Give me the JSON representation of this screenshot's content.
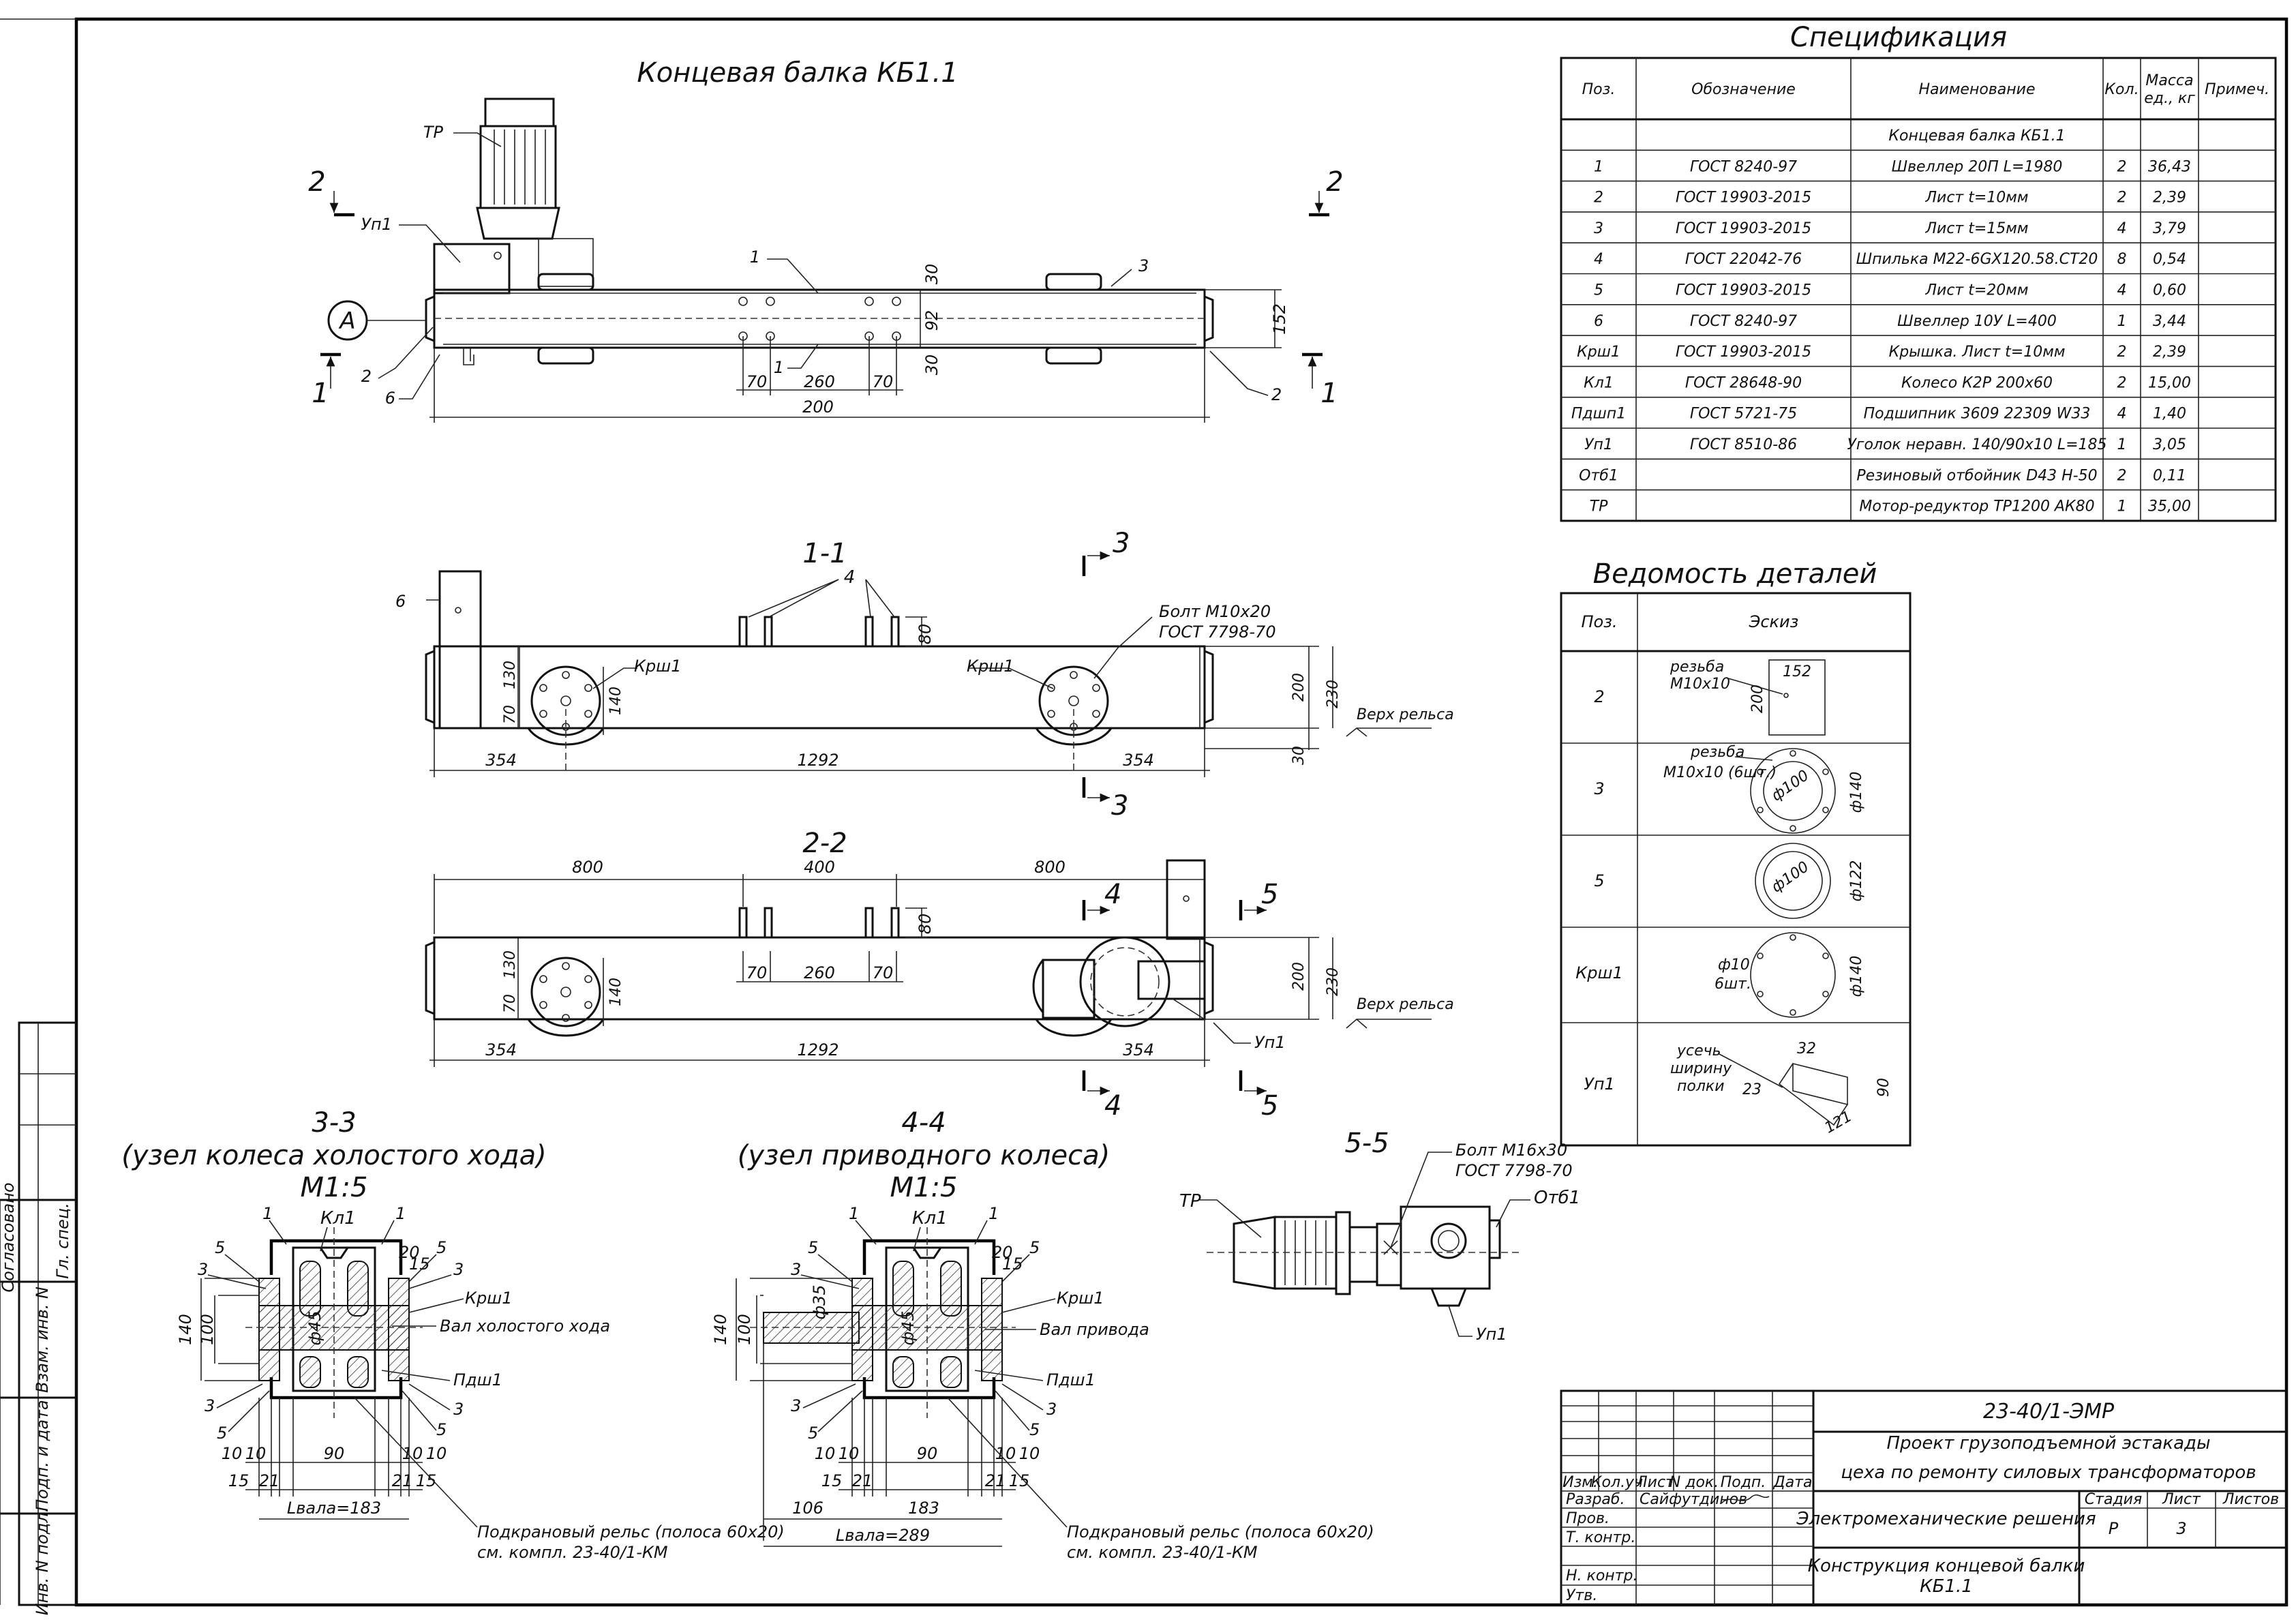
{
  "sheet": {
    "main_title": "Концевая балка КБ1.1"
  },
  "view_top": {
    "labels": {
      "tr": "ТР",
      "up1": "Уп1",
      "mark_a": "А",
      "sec2_left": "2",
      "sec2_right": "2",
      "sec1_left": "1",
      "sec1_right": "1",
      "p1a": "1",
      "p1b": "1",
      "p2a": "2",
      "p2b": "2",
      "p3": "3",
      "p6": "6"
    },
    "dims": {
      "d30a": "30",
      "d92": "92",
      "d30b": "30",
      "d152": "152",
      "d70a": "70",
      "d260": "260",
      "d70b": "70",
      "d200": "200"
    }
  },
  "view_11": {
    "title": "1-1",
    "labels": {
      "p6": "6",
      "p4": "4",
      "krsh1_left": "Крш1",
      "krsh1_right": "Крш1",
      "bolt1": "Болт М10х20",
      "bolt2": "ГОСТ 7798-70",
      "rail_top": "Верх рельса",
      "sec3_top": "3",
      "sec3_bot": "3"
    },
    "dims": {
      "d80": "80",
      "d130": "130",
      "d70": "70",
      "d140": "140",
      "d200": "200",
      "d230": "230",
      "d30": "30",
      "d354a": "354",
      "d1292": "1292",
      "d354b": "354"
    }
  },
  "view_22": {
    "title": "2-2",
    "labels": {
      "rail_top": "Верх рельса",
      "up1": "Уп1",
      "sec4_top": "4",
      "sec4_bot": "4",
      "sec5_top": "5",
      "sec5_bot": "5"
    },
    "dims": {
      "d800a": "800",
      "d400": "400",
      "d800b": "800",
      "d80": "80",
      "d130": "130",
      "d70": "70",
      "d140": "140",
      "d70a": "70",
      "d260": "260",
      "d70b": "70",
      "d200": "200",
      "d230": "230",
      "d354a": "354",
      "d1292": "1292",
      "d354b": "354"
    }
  },
  "view_33": {
    "title": "3-3",
    "subtitle": "(узел колеса холостого хода)",
    "scale": "М1:5",
    "labels": {
      "p1a": "1",
      "kl1": "Кл1",
      "p1b": "1",
      "p5a": "5",
      "p5b": "5",
      "p3a": "3",
      "p3b": "3",
      "p20": "20",
      "p15": "15",
      "krsh1": "Крш1",
      "shaft": "Вал холостого хода",
      "pdsh1": "Пдш1",
      "p3c": "3",
      "p3d": "3",
      "p5c": "5",
      "p5d": "5",
      "rail1": "Подкрановый рельс (полоса 60х20)",
      "rail2": "см. компл. 23-40/1-КМ"
    },
    "dims": {
      "d140": "140",
      "d100": "100",
      "phi45": "ф45",
      "d10a": "10",
      "d10b": "10",
      "d10c": "10",
      "d10d": "10",
      "d90": "90",
      "d15a": "15",
      "d21a": "21",
      "d21b": "21",
      "d15b": "15",
      "lval": "Lвала=183"
    }
  },
  "view_44": {
    "title": "4-4",
    "subtitle": "(узел приводного колеса)",
    "scale": "М1:5",
    "labels": {
      "p1a": "1",
      "kl1": "Кл1",
      "p1b": "1",
      "p5a": "5",
      "p5b": "5",
      "p3a": "3",
      "p20": "20",
      "p15": "15",
      "krsh1": "Крш1",
      "shaft": "Вал привода",
      "pdsh1": "Пдш1",
      "p3c": "3",
      "p3d": "3",
      "p5c": "5",
      "p5d": "5",
      "rail1": "Подкрановый рельс (полоса 60х20)",
      "rail2": "см. компл. 23-40/1-КМ"
    },
    "dims": {
      "d140": "140",
      "d100": "100",
      "phi35": "ф35",
      "phi45": "ф45",
      "d10a": "10",
      "d10b": "10",
      "d10c": "10",
      "d10d": "10",
      "d90": "90",
      "d15a": "15",
      "d21a": "21",
      "d21b": "21",
      "d15b": "15",
      "d106": "106",
      "d183": "183",
      "lval": "Lвала=289"
    }
  },
  "view_55": {
    "title": "5-5",
    "labels": {
      "tr": "ТР",
      "bolt1": "Болт М16х30",
      "bolt2": "ГОСТ 7798-70",
      "otb1": "Отб1",
      "up1": "Уп1"
    }
  },
  "spec": {
    "title": "Спецификация",
    "headers": [
      "Поз.",
      "Обозначение",
      "Наименование",
      "Кол.",
      "Масса ед., кг",
      "Примеч."
    ],
    "rows": [
      [
        "",
        "",
        "Концевая балка КБ1.1",
        "",
        "",
        ""
      ],
      [
        "1",
        "ГОСТ 8240-97",
        "Швеллер 20П L=1980",
        "2",
        "36,43",
        ""
      ],
      [
        "2",
        "ГОСТ 19903-2015",
        "Лист t=10мм",
        "2",
        "2,39",
        ""
      ],
      [
        "3",
        "ГОСТ 19903-2015",
        "Лист t=15мм",
        "4",
        "3,79",
        ""
      ],
      [
        "4",
        "ГОСТ 22042-76",
        "Шпилька М22-6GХ120.58.СТ20",
        "8",
        "0,54",
        ""
      ],
      [
        "5",
        "ГОСТ 19903-2015",
        "Лист t=20мм",
        "4",
        "0,60",
        ""
      ],
      [
        "6",
        "ГОСТ 8240-97",
        "Швеллер 10У L=400",
        "1",
        "3,44",
        ""
      ],
      [
        "Крш1",
        "ГОСТ 19903-2015",
        "Крышка. Лист t=10мм",
        "2",
        "2,39",
        ""
      ],
      [
        "Кл1",
        "ГОСТ 28648-90",
        "Колесо К2Р 200х60",
        "2",
        "15,00",
        ""
      ],
      [
        "Пдшп1",
        "ГОСТ 5721-75",
        "Подшипник 3609 22309 W33",
        "4",
        "1,40",
        ""
      ],
      [
        "Уп1",
        "ГОСТ 8510-86",
        "Уголок неравн. 140/90х10 L=185",
        "1",
        "3,05",
        ""
      ],
      [
        "Отб1",
        "",
        "Резиновый отбойник D43 H-50",
        "2",
        "0,11",
        ""
      ],
      [
        "ТР",
        "",
        "Мотор-редуктор ТР1200 АК80",
        "1",
        "35,00",
        ""
      ]
    ]
  },
  "parts": {
    "title": "Ведомость деталей",
    "headers": [
      "Поз.",
      "Эскиз"
    ],
    "rows": [
      {
        "pos": "2",
        "n1": "резьба",
        "n2": "М10х10",
        "n3": "152",
        "n4": "200"
      },
      {
        "pos": "3",
        "n1": "резьба",
        "n2": "М10х10 (6шт.)",
        "n3": "ф100",
        "n4": "ф140"
      },
      {
        "pos": "5",
        "n1": "",
        "n2": "",
        "n3": "ф100",
        "n4": "ф122"
      },
      {
        "pos": "Крш1",
        "n1": "ф10",
        "n2": "6шт.",
        "n3": "",
        "n4": "ф140"
      },
      {
        "pos": "Уп1",
        "n1": "усечь",
        "n2": "ширину",
        "n3": "полки",
        "n4": "32",
        "n5": "23",
        "n6": "121",
        "n7": "90"
      }
    ]
  },
  "side_stamp": [
    "Согласовано",
    "Гл. спец.",
    "Взам. инв. N",
    "Подп. и дата",
    "Инв. N подл."
  ],
  "title_block": {
    "code": "23-40/1-ЭМР",
    "project1": "Проект грузоподъемной эстакады",
    "project2": "цеха по ремонту силовых трансформаторов",
    "section": "Электромеханические решения",
    "drawing1": "Конструкция концевой балки",
    "drawing2": "КБ1.1",
    "cols": [
      "Изм.",
      "Кол.уч",
      "Лист",
      "N док.",
      "Подп.",
      "Дата"
    ],
    "roles": [
      "Разраб.",
      "Пров.",
      "Т. контр.",
      "",
      "Н. контр.",
      "Утв."
    ],
    "developer": "Сайфутдинов",
    "stage_h": "Стадия",
    "sheet_h": "Лист",
    "sheets_h": "Листов",
    "stage": "Р",
    "sheet": "3",
    "sheets": ""
  }
}
